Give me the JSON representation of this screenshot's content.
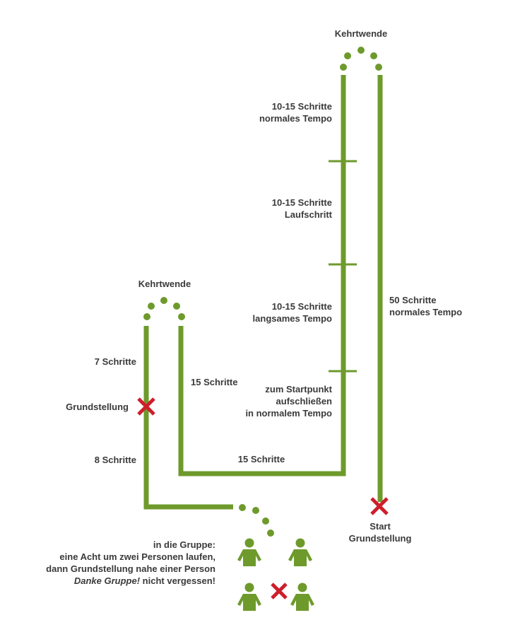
{
  "turn_label_right": "Kehrtwende",
  "turn_label_left": "Kehrtwende",
  "seg_top": [
    "10-15 Schritte",
    "normales Tempo"
  ],
  "seg_run": [
    "10-15 Schritte",
    "Laufschritt"
  ],
  "seg_slow": [
    "10-15 Schritte",
    "langsames Tempo"
  ],
  "seg_close": [
    "zum Startpunkt",
    "aufschließen",
    "in normalem Tempo"
  ],
  "seg_right": [
    "50 Schritte",
    "normales Tempo"
  ],
  "seg_bottom": "15 Schritte",
  "seg_left_inner": "15 Schritte",
  "seg_left_upper": "7 Schritte",
  "position_mark": "Grundstellung",
  "seg_left_lower": "8 Schritte",
  "start": [
    "Start",
    "Grundstellung"
  ],
  "group": {
    "line1": "in die Gruppe:",
    "line2": "eine Acht um zwei Personen laufen,",
    "line3": "dann Grundstellung nahe einer Person",
    "line4_italic": "Danke Gruppe!",
    "line4_rest": " nicht vergessen!"
  },
  "colors": {
    "path": "#6e9a2c",
    "mark": "#cc1f2b",
    "text": "#3a3a3a"
  },
  "icons": [
    "person-icon",
    "cross-icon"
  ]
}
